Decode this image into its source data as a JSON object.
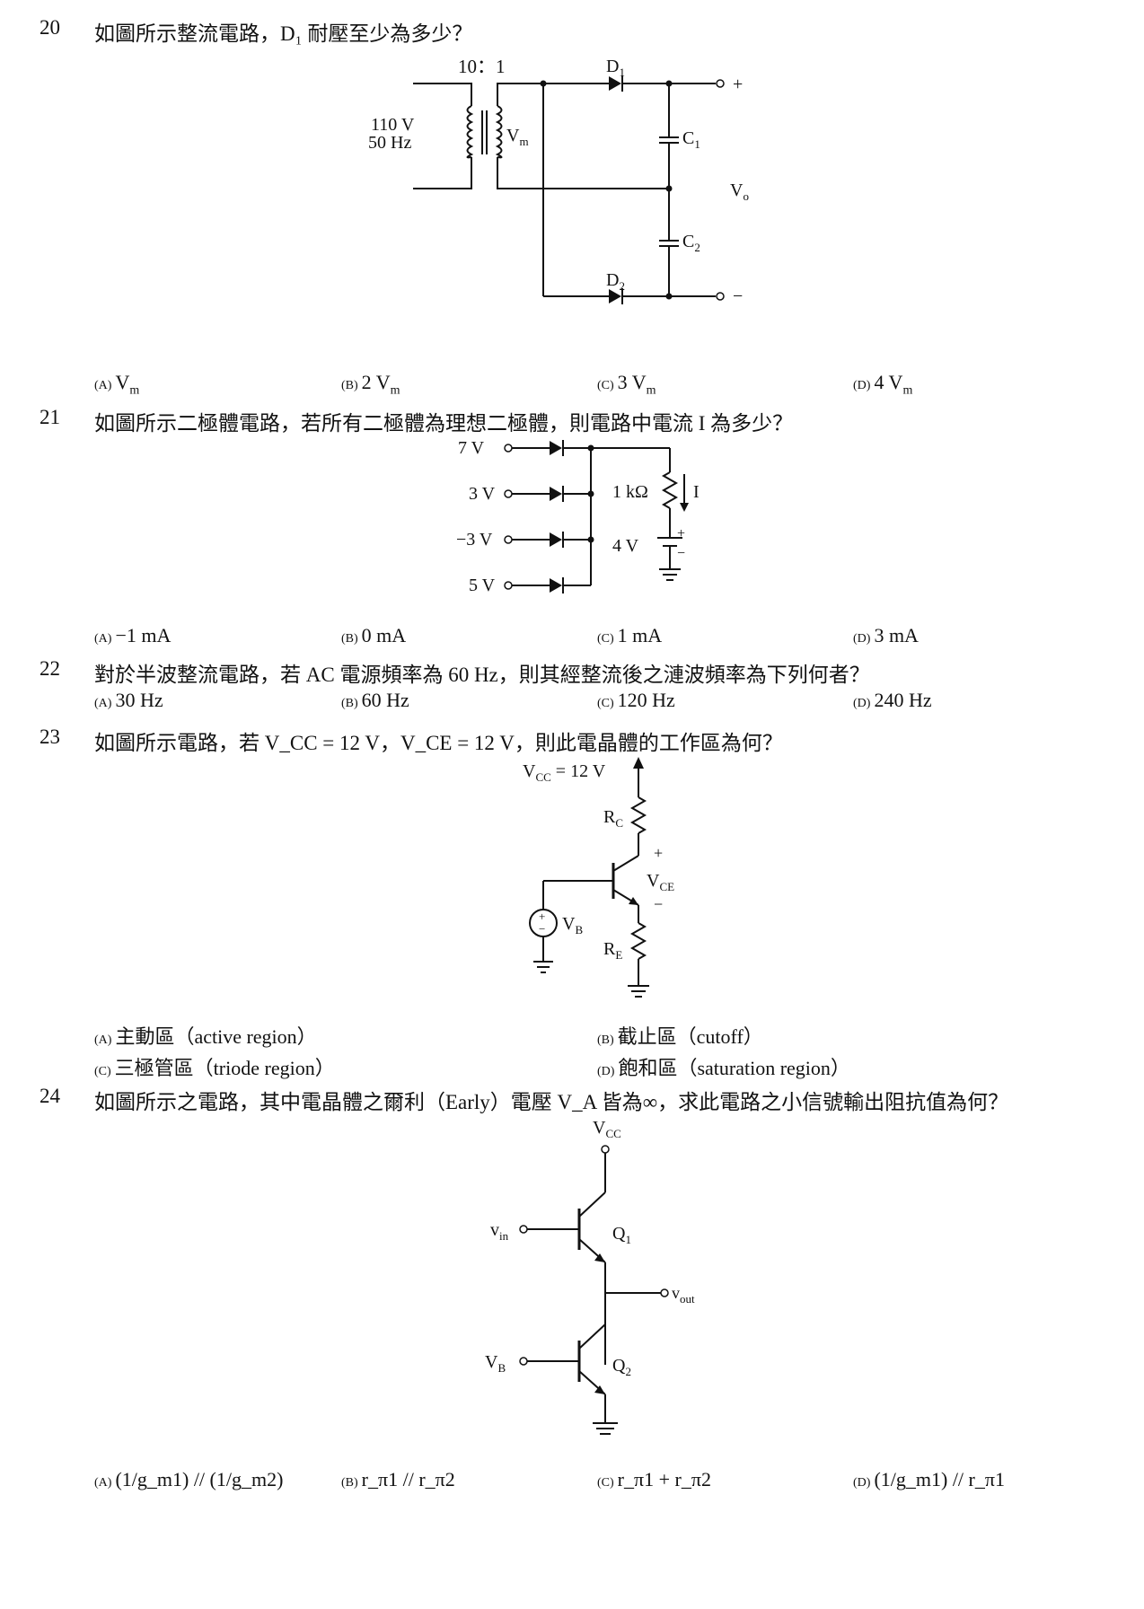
{
  "questions": [
    {
      "number": "20",
      "stem": "如圖所示整流電路，D₁ 耐壓至少為多少？",
      "figure": {
        "ratio": "10：1",
        "source_v": "110 V",
        "source_f": "50 Hz",
        "vm": "V",
        "vm_sub": "m",
        "d1": "D",
        "d1_sub": "1",
        "d2": "D",
        "d2_sub": "2",
        "c1": "C",
        "c1_sub": "1",
        "c2": "C",
        "c2_sub": "2",
        "vo": "V",
        "vo_sub": "o",
        "plus": "+",
        "minus": "−"
      },
      "options": [
        {
          "label": "(A)",
          "text": "V",
          "sub": "m"
        },
        {
          "label": "(B)",
          "text": "2 V",
          "sub": "m"
        },
        {
          "label": "(C)",
          "text": "3 V",
          "sub": "m"
        },
        {
          "label": "(D)",
          "text": "4 V",
          "sub": "m"
        }
      ]
    },
    {
      "number": "21",
      "stem": "如圖所示二極體電路，若所有二極體為理想二極體，則電路中電流 I 為多少？",
      "figure": {
        "inputs": [
          "7 V",
          "3 V",
          "−3 V",
          "5 V"
        ],
        "resistor": "1 kΩ",
        "current": "I",
        "battery": "4 V",
        "plus": "+",
        "minus": "−"
      },
      "options": [
        {
          "label": "(A)",
          "text": "−1 mA"
        },
        {
          "label": "(B)",
          "text": "0 mA"
        },
        {
          "label": "(C)",
          "text": "1 mA"
        },
        {
          "label": "(D)",
          "text": "3 mA"
        }
      ]
    },
    {
      "number": "22",
      "stem": "對於半波整流電路，若 AC 電源頻率為 60 Hz，則其經整流後之漣波頻率為下列何者？",
      "options": [
        {
          "label": "(A)",
          "text": "30 Hz"
        },
        {
          "label": "(B)",
          "text": "60 Hz"
        },
        {
          "label": "(C)",
          "text": "120 Hz"
        },
        {
          "label": "(D)",
          "text": "240 Hz"
        }
      ]
    },
    {
      "number": "23",
      "stem": "如圖所示電路，若 V_CC = 12 V，V_CE = 12 V，則此電晶體的工作區為何？",
      "figure": {
        "vcc": "V",
        "vcc_sub": "CC",
        "vcc_val": " = 12 V",
        "rc": "R",
        "rc_sub": "C",
        "re": "R",
        "re_sub": "E",
        "vb": "V",
        "vb_sub": "B",
        "vce": "V",
        "vce_sub": "CE",
        "plus": "+",
        "minus": "−"
      },
      "options": [
        {
          "label": "(A)",
          "text": "主動區（active region）"
        },
        {
          "label": "(B)",
          "text": "截止區（cutoff）"
        },
        {
          "label": "(C)",
          "text": "三極管區（triode region）"
        },
        {
          "label": "(D)",
          "text": "飽和區（saturation region）"
        }
      ]
    },
    {
      "number": "24",
      "stem": "如圖所示之電路，其中電晶體之爾利（Early）電壓 V_A 皆為∞，求此電路之小信號輸出阻抗值為何？",
      "figure": {
        "vcc": "V",
        "vcc_sub": "CC",
        "vin": "v",
        "vin_sub": "in",
        "vout": "v",
        "vout_sub": "out",
        "vb": "V",
        "vb_sub": "B",
        "q1": "Q",
        "q1_sub": "1",
        "q2": "Q",
        "q2_sub": "2"
      },
      "options": [
        {
          "label": "(A)",
          "text": "(1/g_m1) // (1/g_m2)"
        },
        {
          "label": "(B)",
          "text": "r_π1 // r_π2"
        },
        {
          "label": "(C)",
          "text": "r_π1 + r_π2"
        },
        {
          "label": "(D)",
          "text": "(1/g_m1) // r_π1"
        }
      ]
    }
  ]
}
